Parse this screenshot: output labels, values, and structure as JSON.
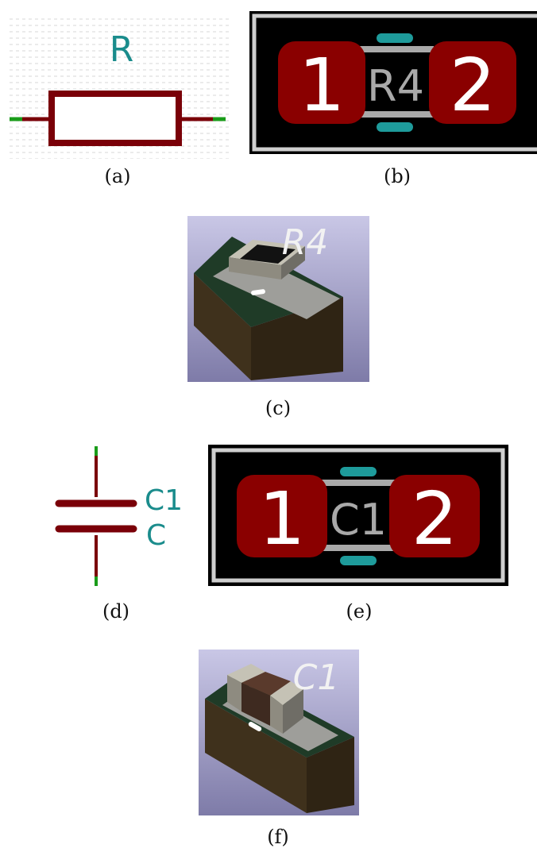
{
  "panels": {
    "a": {
      "caption": "(a)",
      "ref_label": "R",
      "colors": {
        "body": "#7a0008",
        "pin_tip": "#1a9c1a",
        "label": "#1a8c8c",
        "dots": "#e6e6e6"
      }
    },
    "b": {
      "caption": "(b)",
      "ref_label": "R4",
      "pads": [
        "1",
        "2"
      ],
      "colors": {
        "background": "#000000",
        "outline": "#cfcfcf",
        "pad": "#8a0000",
        "pad_text": "#ffffff",
        "silk": "#a9a9a9",
        "cyan": "#1e9b9b"
      }
    },
    "c": {
      "caption": "(c)",
      "ref_label": "R4",
      "colors": {
        "sky_top": "#c9c7e6",
        "sky_bottom": "#7e7ba8",
        "board_top": "#1f3b27",
        "board_side": "#3f311c",
        "body": "#151515",
        "cap": "#b9b6a8"
      }
    },
    "d": {
      "caption": "(d)",
      "ref_label": "C1",
      "value_label": "C",
      "colors": {
        "body": "#7a0008",
        "pin_tip": "#1a9c1a",
        "label": "#1a8c8c"
      }
    },
    "e": {
      "caption": "(e)",
      "ref_label": "C1",
      "pads": [
        "1",
        "2"
      ],
      "colors": {
        "background": "#000000",
        "outline": "#cfcfcf",
        "pad": "#8a0000",
        "pad_text": "#ffffff",
        "silk": "#a9a9a9",
        "cyan": "#1e9b9b"
      }
    },
    "f": {
      "caption": "(f)",
      "ref_label": "C1",
      "colors": {
        "sky_top": "#c9c7e6",
        "sky_bottom": "#7e7ba8",
        "board_top": "#1f3b27",
        "board_side": "#3f311c",
        "body": "#5a3a2c",
        "cap": "#b9b6a8"
      }
    }
  }
}
